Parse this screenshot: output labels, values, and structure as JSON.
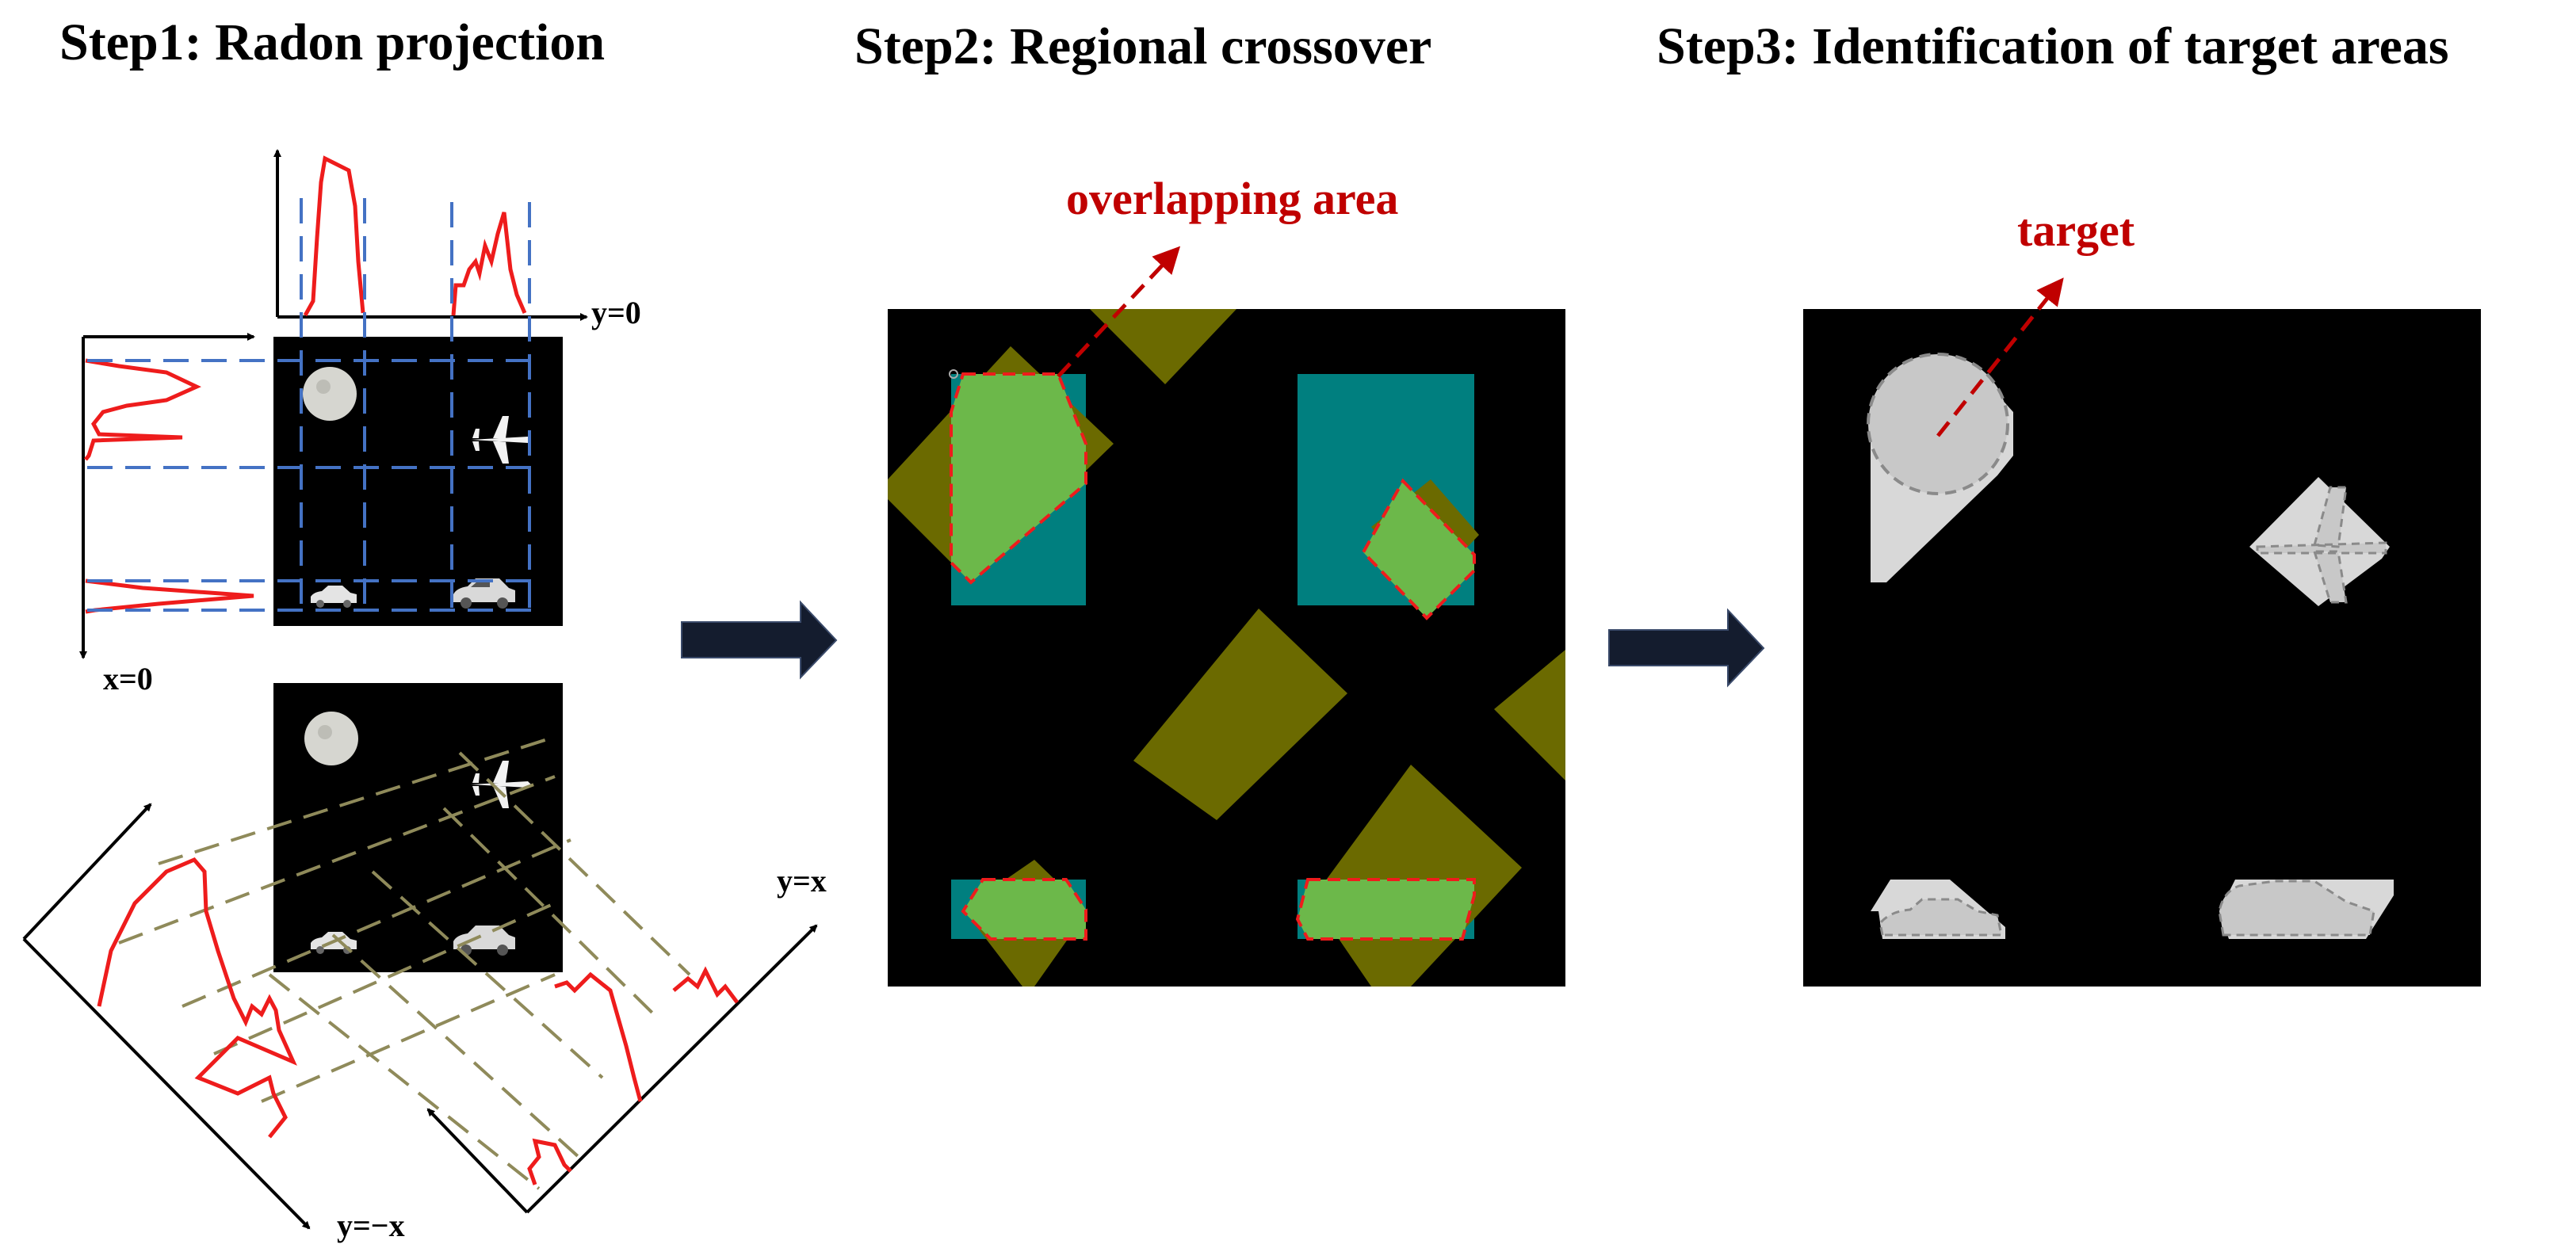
{
  "steps": {
    "step1_title": "Step1: Radon projection",
    "step2_title": "Step2: Regional crossover",
    "step3_title": "Step3: Identification of target areas"
  },
  "step1": {
    "axis_y0": "y=0",
    "axis_x0": "x=0",
    "axis_yx": "y=x",
    "axis_ynegx": "y=−x"
  },
  "step2": {
    "annotation": "overlapping area"
  },
  "step3": {
    "annotation": "target"
  },
  "colors": {
    "profile_red": "#ee1c1c",
    "guide_blue": "#4472c4",
    "guide_olive": "#8f8a5a",
    "region_teal": "#007f7f",
    "region_olive": "#6b6a00",
    "overlap_green": "#6cb84a",
    "annotation_red": "#c00000",
    "target_gray": "#d8d8d8",
    "arrow_navy": "#141c2e"
  }
}
